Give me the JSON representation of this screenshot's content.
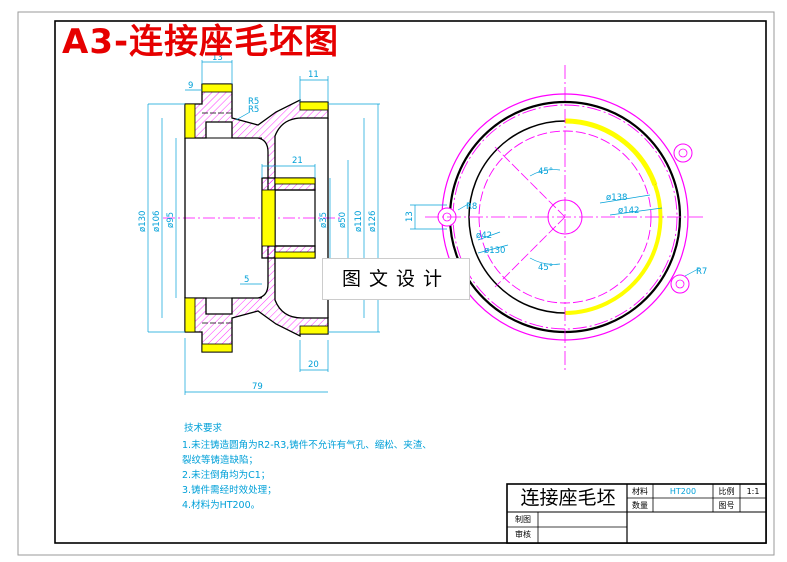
{
  "title": "A3-连接座毛坯图",
  "watermark": "图文设计",
  "tech_notes": {
    "heading": "技术要求",
    "lines": [
      "1.未注铸造圆角为R2-R3,铸件不允许有气孔、缩松、夹渣、",
      "裂纹等铸造缺陷；",
      "2.未注倒角均为C1；",
      "3.铸件需经时效处理；",
      "4.材料为HT200。"
    ]
  },
  "title_block": {
    "part_name": "连接座毛坯",
    "material_label": "材料",
    "material_value": "HT200",
    "scale_label": "比例",
    "scale_value": "1:1",
    "quantity_label": "数量",
    "drawing_no_label": "图号",
    "drawn_by_label": "制图",
    "checked_by_label": "审核"
  },
  "dims": {
    "d9": "9",
    "d13": "13",
    "d11": "11",
    "r5a": "R5",
    "r5b": "R5",
    "d21": "21",
    "dia130": "ø130",
    "dia106": "ø106",
    "dia95": "ø95",
    "dia35": "ø35",
    "dia50": "ø50",
    "dia110": "ø110",
    "dia126": "ø126",
    "d5": "5",
    "d20": "20",
    "d79": "79",
    "ang45a": "45°",
    "ang45b": "45°",
    "dia138": "ø138",
    "dia142": "ø142",
    "v13": "13",
    "r8": "R8",
    "dia42": "ø42",
    "dia130b": "ø130",
    "r7": "R7"
  },
  "colors": {
    "outline": "#000000",
    "hatch": "#ff00ff",
    "dimension": "#00a0d8",
    "fill": "#ffff00",
    "title": "#e60000"
  }
}
